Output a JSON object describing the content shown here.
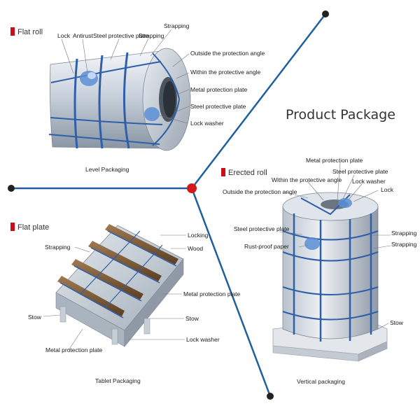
{
  "main_title": "Product Package",
  "colors": {
    "divider": "#1f5f9e",
    "hub": "#d31a1a",
    "node": "#222222",
    "section_marker": "#c8101a"
  },
  "flat_roll": {
    "heading": "Flat roll",
    "caption": "Level Packaging",
    "labels": {
      "lock": "Lock",
      "antirust": "Antirust",
      "steel_protective_plate_top": "Steel protective plate",
      "strapping_top": "Strapping",
      "strapping_right": "Strapping",
      "outside_angle": "Outside the protection angle",
      "within_angle": "Within the protective angle",
      "metal_plate": "Metal protection plate",
      "steel_protective_plate_right": "Steel protective plate",
      "lock_washer": "Lock washer"
    }
  },
  "erected_roll": {
    "heading": "Erected roll",
    "caption": "Vertical packaging",
    "labels": {
      "metal_plate": "Metal protection plate",
      "within_angle": "Within the protective angle",
      "steel_protective_plate_top": "Steel protective plate",
      "outside_angle": "Outside the protection angle",
      "lock_washer": "Lock washer",
      "lock": "Lock",
      "steel_protective_plate_left": "Steel protective plate",
      "rust_proof_paper": "Rust-proof paper",
      "strapping_1": "Strapping",
      "strapping_2": "Strapping",
      "stow": "Stow"
    }
  },
  "flat_plate": {
    "heading": "Flat plate",
    "caption": "Tablet Packaging",
    "labels": {
      "locking": "Locking",
      "wood": "Wood",
      "strapping": "Strapping",
      "metal_plate_right": "Metal protection plate",
      "stow_left": "Stow",
      "stow_right": "Stow",
      "lock_washer": "Lock washer",
      "metal_plate_bottom": "Metal protection plate"
    }
  }
}
